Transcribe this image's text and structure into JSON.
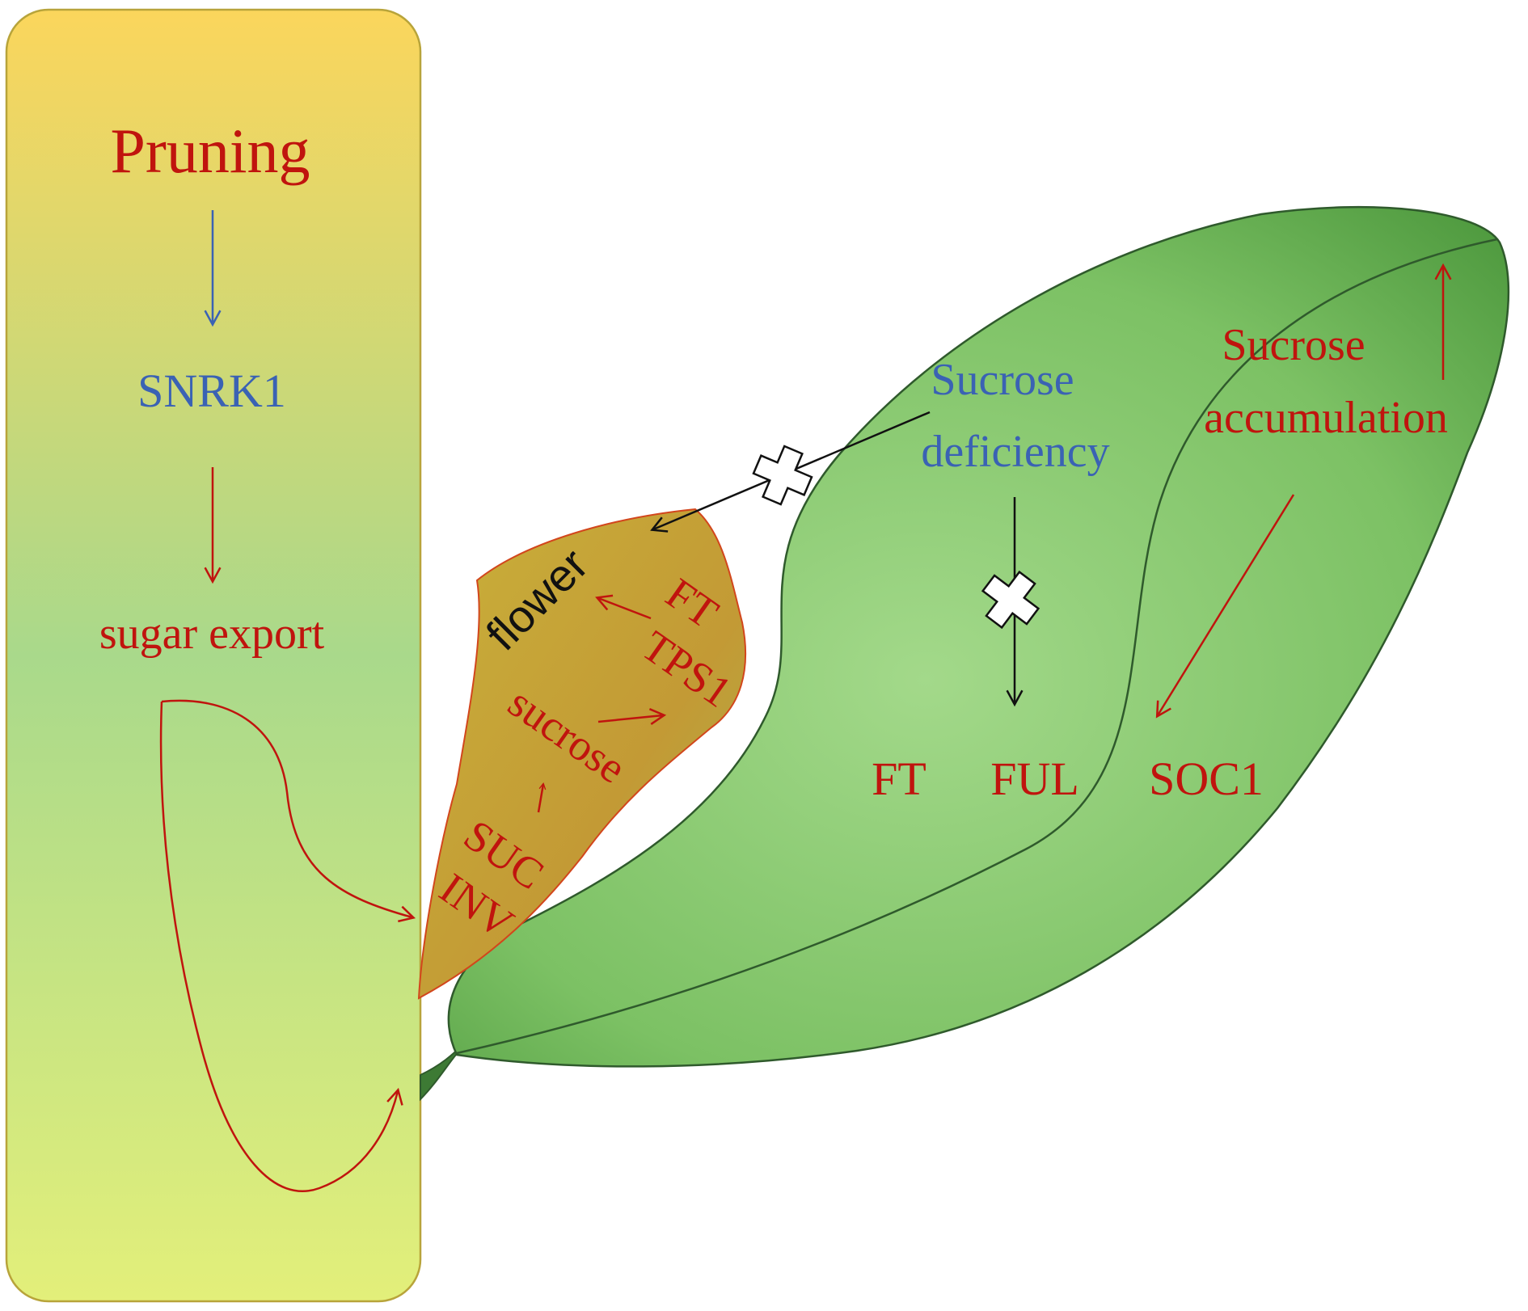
{
  "stem": {
    "title": "Pruning",
    "snrk": "SNRK1",
    "export": "sugar export"
  },
  "flower": {
    "label": "flower",
    "ft": "FT",
    "tps": "TPS1",
    "sucrose": "sucrose",
    "suc": "SUC",
    "inv": "INV"
  },
  "leaf": {
    "deficiency_line1": "Sucrose",
    "deficiency_line2": "deficiency",
    "accumulation_line1": "Sucrose",
    "accumulation_line2": "accumulation",
    "gene_ft": "FT",
    "gene_ful": "FUL",
    "gene_soc": "SOC1"
  },
  "colors": {
    "red": "#c0140e",
    "blue": "#3a62b4",
    "black": "#111111",
    "leaf_edge": "#2f5a2c",
    "box_edge": "#b8a43a"
  }
}
